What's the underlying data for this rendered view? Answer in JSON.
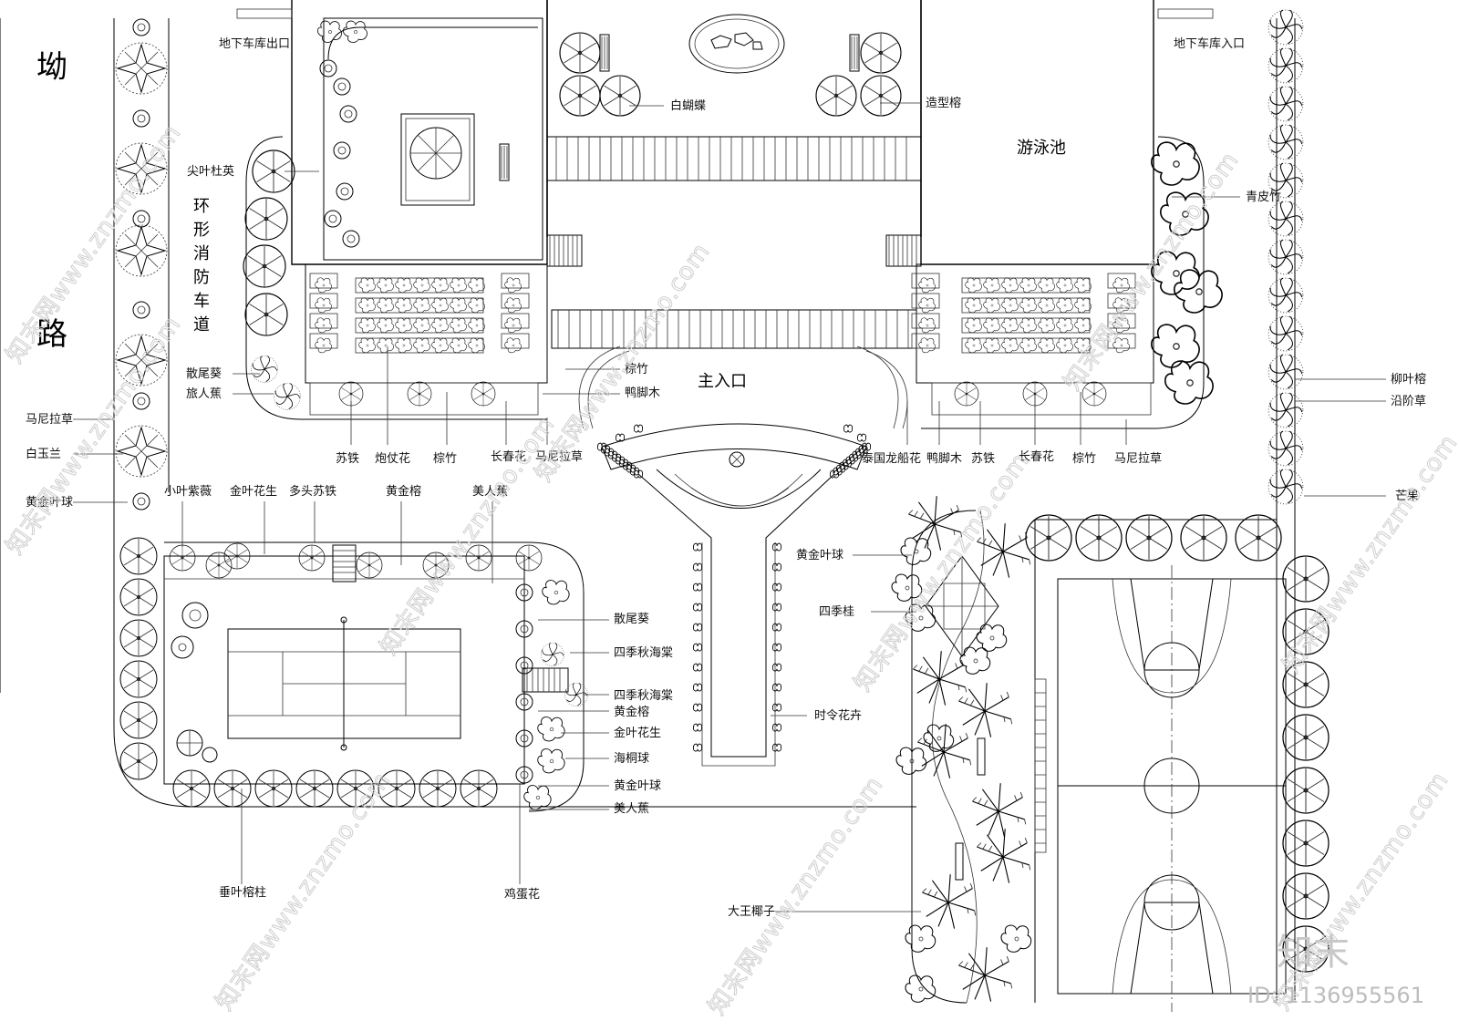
{
  "roads": {
    "west_road_char1": "坳",
    "west_road_char2": "路",
    "fire_lane": [
      "环",
      "形",
      "消",
      "防",
      "车",
      "道"
    ]
  },
  "areas": {
    "pool": "游泳池",
    "main_entrance": "主入口",
    "garage_exit": "地下车库出口",
    "garage_entry": "地下车库入口"
  },
  "labels": {
    "bai_hudie": "白蝴蝶",
    "zaoxing_rong": "造型榕",
    "jianye_duying": "尖叶杜英",
    "qingpi_zhu": "青皮竹",
    "sanwei_kui_1": "散尾葵",
    "lvren_jiao": "旅人蕉",
    "zong_zhu_1": "棕竹",
    "yajiao_mu_1": "鸭脚木",
    "su_tie_1": "苏铁",
    "paozhang_hua": "炮仗花",
    "zong_zhu_2": "棕竹",
    "changchun_hua_1": "长春花",
    "manila_cao_1": "马尼拉草",
    "taiguo_longchuan": "泰国龙船花",
    "yajiao_mu_2": "鸭脚木",
    "su_tie_2": "苏铁",
    "changchun_hua_2": "长春花",
    "zong_zhu_3": "棕竹",
    "manila_cao_2": "马尼拉草",
    "liuye_rong": "柳叶榕",
    "yanjie_cao": "沿阶草",
    "mang_guo": "芒果",
    "manila_cao_3": "马尼拉草",
    "bai_yulan": "白玉兰",
    "huangjin_yeqiu_1": "黄金叶球",
    "xiaoye_ziwei": "小叶紫薇",
    "jinye_huasheng_1": "金叶花生",
    "duotou_sutie": "多头苏铁",
    "huangjin_rong_1": "黄金榕",
    "meiren_jiao_1": "美人蕉",
    "sanwei_kui_2": "散尾葵",
    "siji_qiuhaitang_1": "四季秋海棠",
    "siji_qiuhaitang_2": "四季秋海棠",
    "huangjin_rong_2": "黄金榕",
    "jinye_huasheng_2": "金叶花生",
    "haitong_qiu": "海桐球",
    "huangjin_yeqiu_2": "黄金叶球",
    "meiren_jiao_2": "美人蕉",
    "chuiye_rongzhu": "垂叶榕柱",
    "jidan_hua": "鸡蛋花",
    "huangjin_yeqiu_3": "黄金叶球",
    "siji_gui": "四季桂",
    "shiling_huahui": "时令花卉",
    "dawang_yezi": "大王椰子"
  },
  "watermark": {
    "site_text": "知末网www.znzmo.com",
    "brand": "知末",
    "id_text": "ID: 1136955561"
  }
}
